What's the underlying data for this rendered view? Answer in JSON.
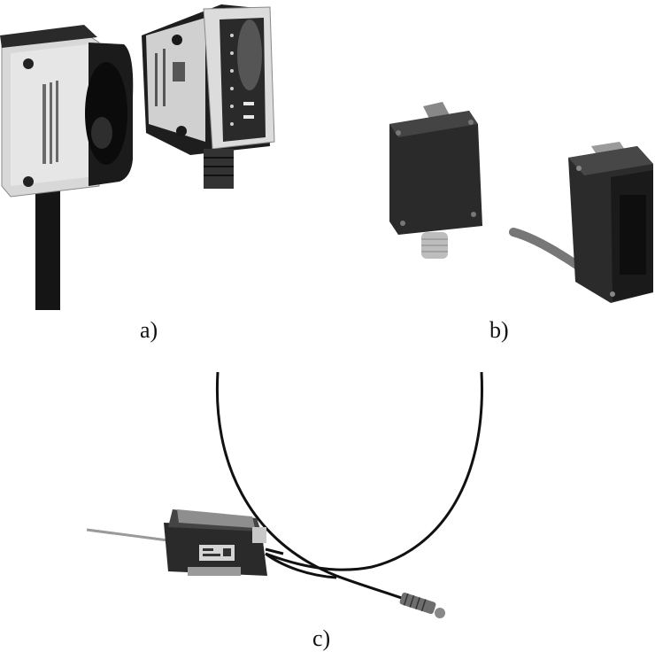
{
  "captions": {
    "a": "a)",
    "b": "b)",
    "c": "c)"
  },
  "colors": {
    "background": "#ffffff",
    "sensor_dark": "#1e1e1e",
    "sensor_housing_light": "#d9d9d9",
    "cable": "#111111"
  }
}
